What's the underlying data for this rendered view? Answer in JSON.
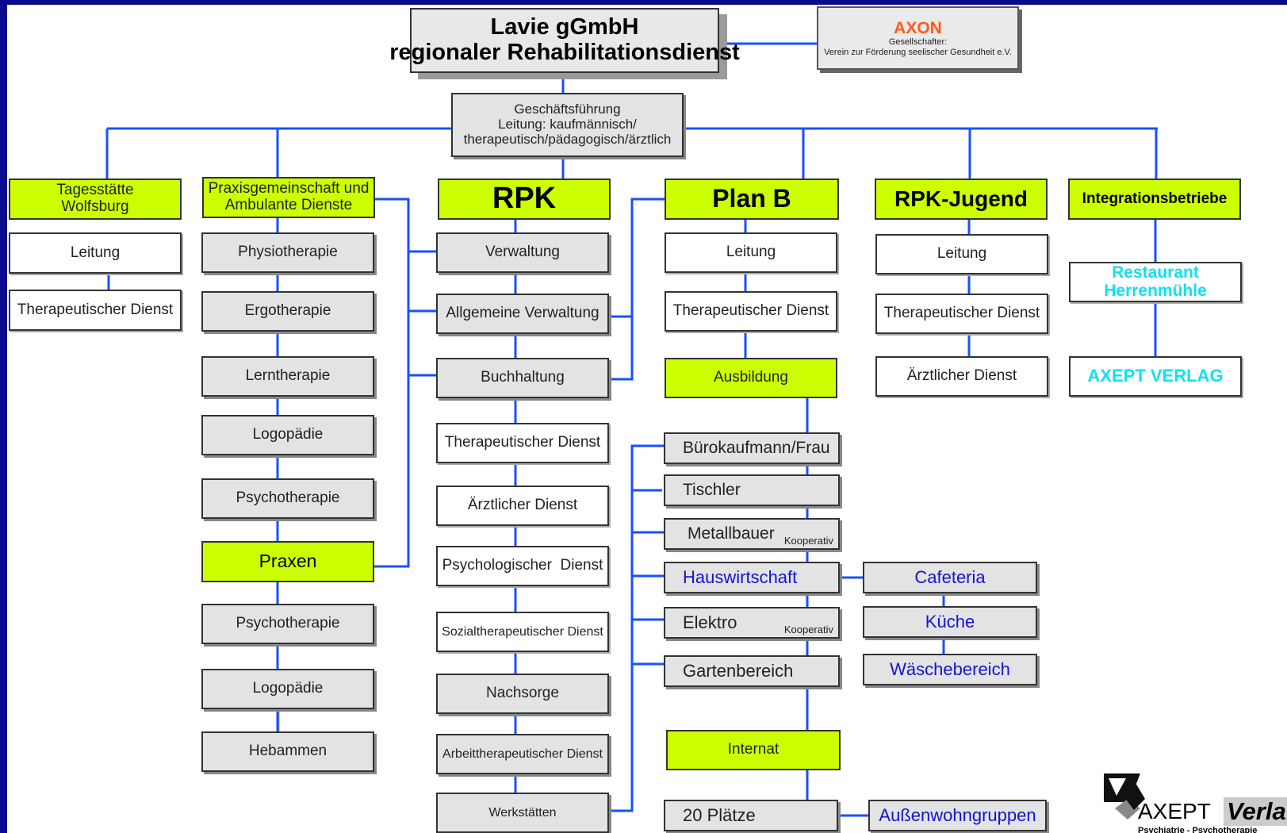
{
  "title": {
    "line1": "Lavie gGmbH",
    "line2": "regionaler Rehabilitationsdienst"
  },
  "axon": {
    "name": "AXON",
    "label": "Gesellschafter:",
    "org": "Verein zur Förderung seelischer Gesundheit e.V."
  },
  "gf": {
    "line1": "Geschäftsführung",
    "line2": "Leitung: kaufmännisch/",
    "line3": "therapeutisch/pädagogisch/ärztlich"
  },
  "tagesstaette": {
    "line1": "Tagesstätte",
    "line2": "Wolfsburg",
    "items": [
      "Leitung",
      "Therapeutischer Dienst"
    ]
  },
  "praxis": {
    "line1": "Praxisgemeinschaft und",
    "line2": "Ambulante Dienste",
    "items": [
      "Physiotherapie",
      "Ergotherapie",
      "Lerntherapie",
      "Logopädie",
      "Psychotherapie"
    ],
    "praxen": "Praxen",
    "praxen_items": [
      "Psychotherapie",
      "Logopädie",
      "Hebammen"
    ]
  },
  "rpk": {
    "title": "RPK",
    "items": [
      "Verwaltung",
      "Allgemeine Verwaltung",
      "Buchhaltung",
      "Therapeutischer Dienst",
      "Ärztlicher Dienst",
      "Psychologischer  Dienst",
      "Sozialtherapeutischer Dienst",
      "Nachsorge",
      "Arbeittherapeutischer Dienst",
      "Werkstätten"
    ]
  },
  "planb": {
    "title": "Plan B",
    "items": [
      "Leitung",
      "Therapeutischer Dienst"
    ],
    "ausbildung": "Ausbildung",
    "trades": [
      "Bürokaufmann/Frau",
      "Tischler",
      "Metallbauer",
      "Hauswirtschaft",
      "Elektro",
      "Gartenbereich"
    ],
    "kooperativ": "Kooperativ",
    "hw_items": [
      "Cafeteria",
      "Küche",
      "Wäschebereich"
    ],
    "internat": "Internat",
    "plaetze": "20 Plätze",
    "aussen": "Außenwohngruppen"
  },
  "rpkj": {
    "title": "RPK-Jugend",
    "items": [
      "Leitung",
      "Therapeutischer Dienst",
      "Ärztlicher Dienst"
    ]
  },
  "integration": {
    "title": "Integrationsbetriebe",
    "restaurant1": "Restaurant",
    "restaurant2": "Herrenmühle",
    "verlag": "AXEPT VERLAG"
  },
  "logo": {
    "text1": "AXEPT",
    "text2": "Verla",
    "sub": "Psychiatrie - Psychotherapie"
  }
}
